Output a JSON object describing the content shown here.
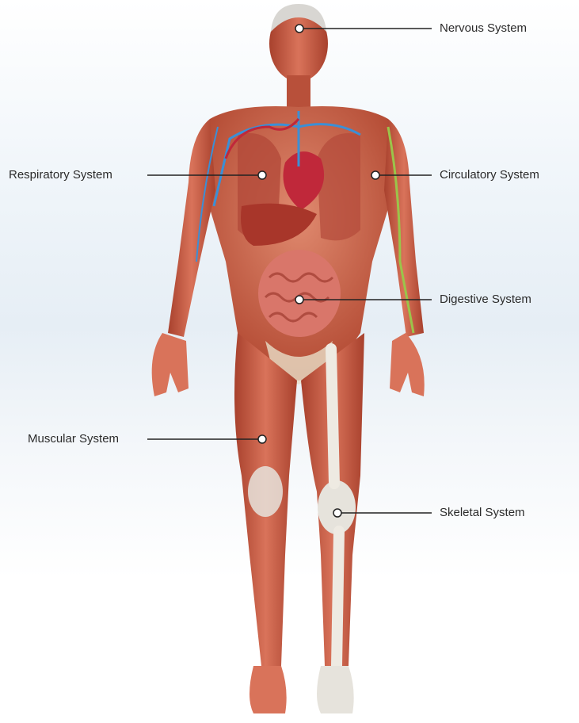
{
  "labels": {
    "nervous": "Nervous System",
    "respiratory": "Respiratory System",
    "circulatory": "Circulatory System",
    "digestive": "Digestive System",
    "muscular": "Muscular System",
    "skeletal": "Skeletal System"
  },
  "colors": {
    "muscle": "#c8553d",
    "muscle_dark": "#9b3a27",
    "bone": "#e6e3dc",
    "heart": "#c0283a",
    "vein": "#3b8fd6",
    "nerve": "#9bc44a",
    "leader": "#222222"
  }
}
